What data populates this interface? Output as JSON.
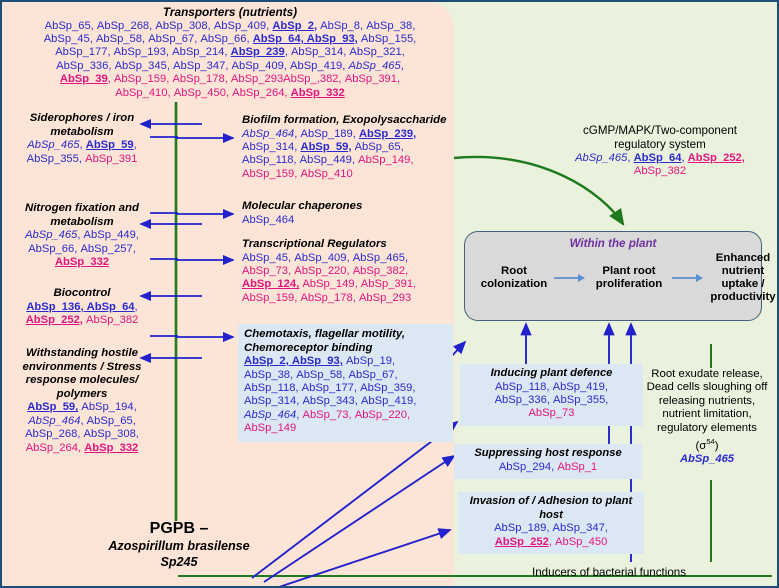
{
  "colors": {
    "background_outer": "#1f4e79",
    "region_bacteria": "#fce5d6",
    "region_plant": "#eaf2dd",
    "box_highlight": "#dbe8f4",
    "plant_box": "#d9d9d9",
    "gene_blue": "#2a2ad0",
    "gene_pink": "#e5157f",
    "accent_purple": "#7030a0",
    "arrow_blue": "#2222cc",
    "arrow_green": "#1e7a1e"
  },
  "transporters": {
    "title": "Transporters (nutrients)",
    "lines": [
      [
        {
          "t": "AbSp_65, AbSp_268, AbSp_308, AbSp_409, ",
          "c": "blue"
        },
        {
          "t": "AbSp_2,",
          "c": "blue",
          "s": "bu"
        },
        {
          "t": " AbSp_8, AbSp_38,",
          "c": "blue"
        }
      ],
      [
        {
          "t": "AbSp_45, AbSp_58, AbSp_67, AbSp_66, ",
          "c": "blue"
        },
        {
          "t": "AbSp_64, AbSp_93,",
          "c": "blue",
          "s": "bu"
        },
        {
          "t": " AbSp_155,",
          "c": "blue"
        }
      ],
      [
        {
          "t": "AbSp_177, AbSp_193, AbSp_214, ",
          "c": "blue"
        },
        {
          "t": "AbSp_239",
          "c": "blue",
          "s": "bu"
        },
        {
          "t": ", AbSp_314, AbSp_321,",
          "c": "blue"
        }
      ],
      [
        {
          "t": "AbSp_336, AbSp_345, AbSp_347, AbSp_409, AbSp_419, ",
          "c": "blue"
        },
        {
          "t": "AbSp_465",
          "c": "blue",
          "s": "i"
        },
        {
          "t": ",",
          "c": "blue"
        }
      ],
      [
        {
          "t": "AbSp_39",
          "c": "pink",
          "s": "bu"
        },
        {
          "t": ", AbSp_159, AbSp_178, AbSp_293AbSp_,382, AbSp_391,",
          "c": "pink"
        }
      ],
      [
        {
          "t": "AbSp_410, AbSp_450, AbSp_264, ",
          "c": "pink"
        },
        {
          "t": "AbSp_332",
          "c": "pink",
          "s": "bu"
        }
      ]
    ]
  },
  "left_sections": [
    {
      "name": "siderophores",
      "title": "Siderophores / iron metabolism",
      "lines": [
        [
          {
            "t": "AbSp_465",
            "c": "blue",
            "s": "i"
          },
          {
            "t": ", ",
            "c": "blue"
          },
          {
            "t": "AbSp_59",
            "c": "blue",
            "s": "bu"
          },
          {
            "t": ",",
            "c": "blue"
          }
        ],
        [
          {
            "t": "AbSp_355, ",
            "c": "blue"
          },
          {
            "t": "AbSp_391",
            "c": "pink"
          }
        ]
      ]
    },
    {
      "name": "nitrogen-fixation",
      "title": "Nitrogen fixation and metabolism",
      "lines": [
        [
          {
            "t": "AbSp_465",
            "c": "blue",
            "s": "i"
          },
          {
            "t": ", AbSp_449,",
            "c": "blue"
          }
        ],
        [
          {
            "t": "AbSp_66, AbSp_257,",
            "c": "blue"
          }
        ],
        [
          {
            "t": "AbSp_332",
            "c": "pink",
            "s": "bu"
          }
        ]
      ]
    },
    {
      "name": "biocontrol",
      "title": "Biocontrol",
      "lines": [
        [
          {
            "t": "AbSp_136, AbSp_64",
            "c": "blue",
            "s": "bu"
          },
          {
            "t": ",",
            "c": "blue"
          }
        ],
        [
          {
            "t": "AbSp_252,",
            "c": "pink",
            "s": "bu"
          },
          {
            "t": " AbSp_382",
            "c": "pink"
          }
        ]
      ]
    },
    {
      "name": "stress-response",
      "title": "Withstanding hostile environments / Stress response molecules/ polymers",
      "lines": [
        [
          {
            "t": "AbSp_59,",
            "c": "blue",
            "s": "bu"
          },
          {
            "t": " AbSp_194,",
            "c": "blue"
          }
        ],
        [
          {
            "t": "AbSp_464",
            "c": "blue",
            "s": "i"
          },
          {
            "t": ", AbSp_65,",
            "c": "blue"
          }
        ],
        [
          {
            "t": "AbSp_268, AbSp_308,",
            "c": "blue"
          }
        ],
        [
          {
            "t": "AbSp_264, ",
            "c": "pink"
          },
          {
            "t": "AbSp_332",
            "c": "pink",
            "s": "bu"
          }
        ]
      ]
    }
  ],
  "mid_sections": [
    {
      "name": "biofilm",
      "title": "Biofilm formation, Exopolysaccharide",
      "lines": [
        [
          {
            "t": "AbSp_464",
            "c": "blue",
            "s": "i"
          },
          {
            "t": ", AbSp_189, ",
            "c": "blue"
          },
          {
            "t": "AbSp_239,",
            "c": "blue",
            "s": "bu"
          }
        ],
        [
          {
            "t": "AbSp_314, ",
            "c": "blue"
          },
          {
            "t": "AbSp_59,",
            "c": "blue",
            "s": "bu"
          },
          {
            "t": " AbSp_65,",
            "c": "blue"
          }
        ],
        [
          {
            "t": "AbSp_118, AbSp_449, ",
            "c": "blue"
          },
          {
            "t": "AbSp_149,",
            "c": "pink"
          }
        ],
        [
          {
            "t": "AbSp_159, AbSp_410",
            "c": "pink"
          }
        ]
      ]
    },
    {
      "name": "molecular-chaperones",
      "title": "Molecular chaperones",
      "lines": [
        [
          {
            "t": "AbSp_464",
            "c": "blue"
          }
        ]
      ]
    },
    {
      "name": "transcriptional-regulators",
      "title": "Transcriptional Regulators",
      "lines": [
        [
          {
            "t": "AbSp_45, AbSp_409, AbSp_465,",
            "c": "blue"
          }
        ],
        [
          {
            "t": "AbSp_73, AbSp_220, AbSp_382,",
            "c": "pink"
          }
        ],
        [
          {
            "t": "AbSp_124,",
            "c": "pink",
            "s": "bu"
          },
          {
            "t": " AbSp_149, AbSp_391,",
            "c": "pink"
          }
        ],
        [
          {
            "t": "AbSp_159, AbSp_178, AbSp_293",
            "c": "pink"
          }
        ]
      ]
    },
    {
      "name": "chemotaxis",
      "title": "Chemotaxis, flagellar motility, Chemoreceptor binding",
      "highlight": true,
      "lines": [
        [
          {
            "t": "AbSp_2, AbSp_93,",
            "c": "blue",
            "s": "bu"
          },
          {
            "t": " AbSp_19,",
            "c": "blue"
          }
        ],
        [
          {
            "t": "AbSp_38, AbSp_58, AbSp_67,",
            "c": "blue"
          }
        ],
        [
          {
            "t": "AbSp_118, AbSp_177, AbSp_359,",
            "c": "blue"
          }
        ],
        [
          {
            "t": "AbSp_314, AbSp_343, AbSp_419,",
            "c": "blue"
          }
        ],
        [
          {
            "t": "AbSp_464",
            "c": "blue",
            "s": "i"
          },
          {
            "t": ", ",
            "c": "blue"
          },
          {
            "t": "AbSp_73, AbSp_220,",
            "c": "pink"
          }
        ],
        [
          {
            "t": "AbSp_149",
            "c": "pink"
          }
        ]
      ]
    }
  ],
  "cgmp": {
    "title_line1": "cGMP/MAPK/Two-component",
    "title_line2": "regulatory system",
    "lines": [
      [
        {
          "t": "AbSp_465",
          "c": "blue",
          "s": "i"
        },
        {
          "t": ", ",
          "c": "blue"
        },
        {
          "t": "AbSp_64",
          "c": "blue",
          "s": "bu"
        },
        {
          "t": ", ",
          "c": "blue"
        },
        {
          "t": "AbSp_252,",
          "c": "pink",
          "s": "bu"
        }
      ],
      [
        {
          "t": "AbSp_382",
          "c": "pink"
        }
      ]
    ]
  },
  "plant_box": {
    "title": "Within the plant",
    "steps": [
      "Root colonization",
      "Plant root proliferation",
      "Enhanced nutrient uptake / productivity"
    ]
  },
  "right_sections": [
    {
      "name": "inducing-plant-defence",
      "title": "Inducing plant defence",
      "lines": [
        [
          {
            "t": "AbSp_118, AbSp_419,",
            "c": "blue"
          }
        ],
        [
          {
            "t": "AbSp_336, AbSp_355,",
            "c": "blue"
          }
        ],
        [
          {
            "t": "AbSp_73",
            "c": "pink"
          }
        ]
      ]
    },
    {
      "name": "suppressing-host-response",
      "title": "Suppressing host response",
      "lines": [
        [
          {
            "t": "AbSp_294, ",
            "c": "blue"
          },
          {
            "t": "AbSp_1",
            "c": "pink"
          }
        ]
      ]
    },
    {
      "name": "invasion-adhesion",
      "title": "Invasion of / Adhesion to plant host",
      "lines": [
        [
          {
            "t": "AbSp_189, AbSp_347,",
            "c": "blue"
          }
        ],
        [
          {
            "t": "AbSp_252",
            "c": "pink",
            "s": "bu"
          },
          {
            "t": ", AbSp_450",
            "c": "pink"
          }
        ]
      ]
    }
  ],
  "exudate": {
    "lines": [
      "Root exudate release,",
      "Dead cells sloughing off",
      "releasing nutrients,",
      "nutrient limitation,",
      "regulatory elements"
    ],
    "sigma_prefix": "(σ",
    "sigma_sup": "54",
    "sigma_suffix": ")",
    "gene": "AbSp_465"
  },
  "pgpb": {
    "line1": "PGPB –",
    "line2": "Azospirillum brasilense",
    "line3": "Sp245"
  },
  "inducers_label": "Inducers of bacterial functions"
}
